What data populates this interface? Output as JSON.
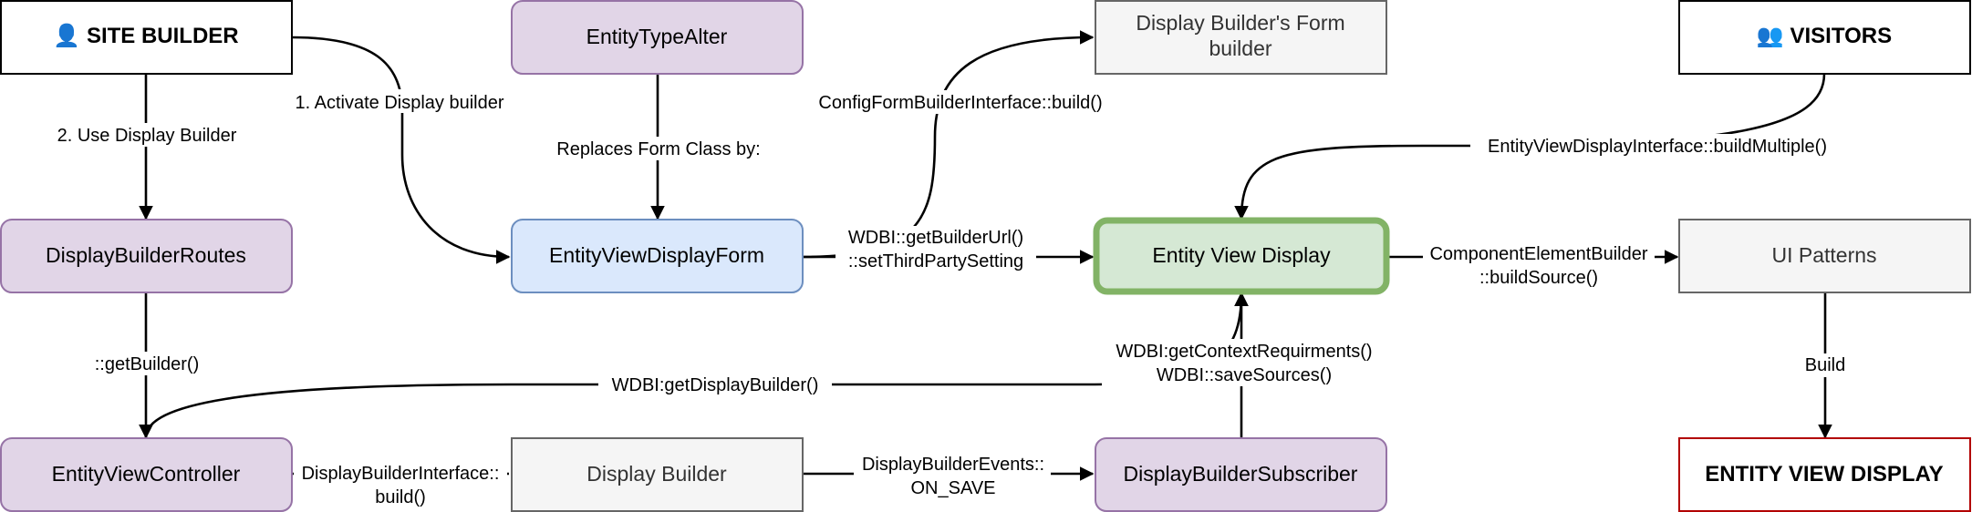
{
  "nodes": {
    "site_builder": {
      "label": "SITE BUILDER",
      "icon": "person-icon",
      "glyph": "👤",
      "fill": "#ffffff",
      "stroke": "#000000"
    },
    "entity_type_alter": {
      "label": "EntityTypeAlter",
      "fill": "#e1d5e7",
      "stroke": "#9673a6"
    },
    "form_builder": {
      "line1": "Display Builder's Form",
      "line2": "builder",
      "fill": "#f5f5f5",
      "stroke": "#666666"
    },
    "visitors": {
      "label": "VISITORS",
      "icon": "group-icon",
      "glyph": "👥",
      "fill": "#ffffff",
      "stroke": "#000000"
    },
    "display_builder_routes": {
      "label": "DisplayBuilderRoutes",
      "fill": "#e1d5e7",
      "stroke": "#9673a6"
    },
    "entity_view_display_form": {
      "label": "EntityViewDisplayForm",
      "fill": "#dae8fc",
      "stroke": "#6c8ebf"
    },
    "entity_view_display": {
      "label": "Entity View Display",
      "fill": "#d5e8d4",
      "stroke": "#82b366"
    },
    "ui_patterns": {
      "label": "UI Patterns",
      "fill": "#f5f5f5",
      "stroke": "#666666"
    },
    "entity_view_controller": {
      "label": "EntityViewController",
      "fill": "#e1d5e7",
      "stroke": "#9673a6"
    },
    "display_builder": {
      "label": "Display Builder",
      "fill": "#f5f5f5",
      "stroke": "#666666"
    },
    "display_builder_subscriber": {
      "label": "DisplayBuilderSubscriber",
      "fill": "#e1d5e7",
      "stroke": "#9673a6"
    },
    "entity_view_display_out": {
      "label": "ENTITY VIEW DISPLAY",
      "fill": "#ffffff",
      "stroke": "#b20000"
    }
  },
  "edges": {
    "activate": {
      "label": "1. Activate Display builder"
    },
    "use": {
      "label": "2. Use Display Builder"
    },
    "replaces": {
      "label": "Replaces Form Class by:"
    },
    "config_build": {
      "label": "ConfigFormBuilderInterface::build()"
    },
    "build_multiple": {
      "label": "EntityViewDisplayInterface::buildMultiple()"
    },
    "wdbi_url": {
      "line1": "WDBI::getBuilderUrl()",
      "line2": "::setThirdPartySetting"
    },
    "component_element": {
      "line1": "ComponentElementBuilder",
      "line2": "::buildSource()"
    },
    "get_builder": {
      "label": "::getBuilder()"
    },
    "ui_build": {
      "label": "Build"
    },
    "get_display_builder": {
      "label": "WDBI:getDisplayBuilder()"
    },
    "context": {
      "line1": "WDBI:getContextRequirments()",
      "line2": "WDBI::saveSources()"
    },
    "db_interface_build": {
      "line1": "DisplayBuilderInterface::",
      "line2": "build()"
    },
    "on_save": {
      "line1": "DisplayBuilderEvents::",
      "line2": "ON_SAVE"
    }
  }
}
